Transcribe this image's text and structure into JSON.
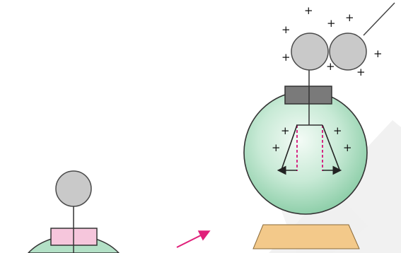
{
  "charge_symbol": "+",
  "colors": {
    "sphere_fill": "#c9c9c9",
    "sphere_stroke": "#4a4a4a",
    "flask_glass": "#a8dcc0",
    "flask_stroke": "#333333",
    "cork_left": "#f6c6dc",
    "cork_right": "#7a7a7a",
    "base": "#f3c98a",
    "arrow_magenta": "#e0207a",
    "leaf_dash": "#d3157a",
    "watermark": "#e6e6e6"
  },
  "icons": [
    "left-electroscope",
    "charged-electroscope",
    "charging-rod",
    "transition-arrow"
  ]
}
